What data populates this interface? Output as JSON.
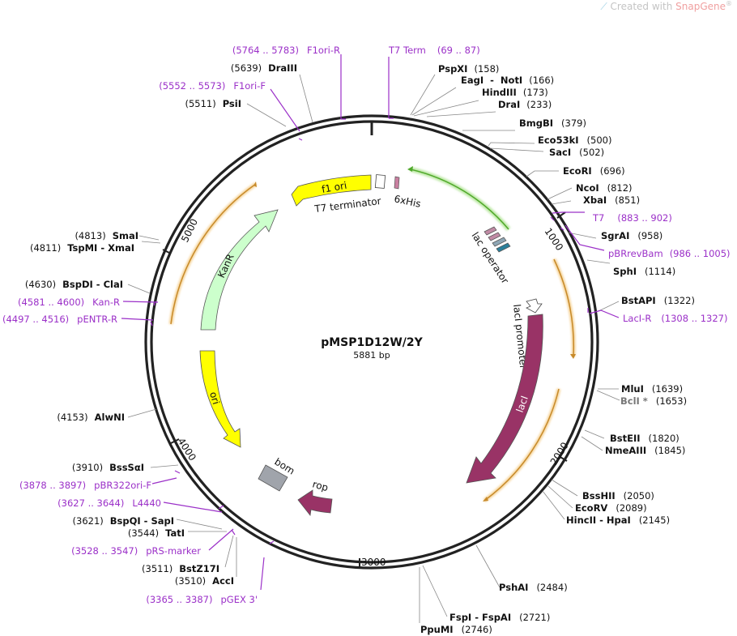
{
  "watermark": {
    "prefix": "Created with ",
    "brand": "SnapGene",
    "mark": "®"
  },
  "plasmid": {
    "name": "pMSP1D12W/2Y",
    "length_label": "5881 bp",
    "length": 5881
  },
  "ticks": [
    "1000",
    "2000",
    "3000",
    "4000",
    "5000"
  ],
  "sites": [
    {
      "name": "PspXI",
      "pos": "(158)"
    },
    {
      "name": "EagI  -  NotI",
      "pos": "(166)"
    },
    {
      "name": "HindIII",
      "pos": "(173)"
    },
    {
      "name": "DraI",
      "pos": "(233)"
    },
    {
      "name": "BmgBI",
      "pos": "(379)"
    },
    {
      "name": "Eco53kI",
      "pos": "(500)"
    },
    {
      "name": "SacI",
      "pos": "(502)"
    },
    {
      "name": "EcoRI",
      "pos": "(696)"
    },
    {
      "name": "NcoI",
      "pos": "(812)"
    },
    {
      "name": "XbaI",
      "pos": "(851)"
    },
    {
      "name": "SgrAI",
      "pos": "(958)"
    },
    {
      "name": "SphI",
      "pos": "(1114)"
    },
    {
      "name": "BstAPI",
      "pos": "(1322)"
    },
    {
      "name": "MluI",
      "pos": "(1639)"
    },
    {
      "name": "BclI *",
      "pos": "(1653)"
    },
    {
      "name": "BstEII",
      "pos": "(1820)"
    },
    {
      "name": "NmeAIII",
      "pos": "(1845)"
    },
    {
      "name": "BssHII",
      "pos": "(2050)"
    },
    {
      "name": "EcoRV",
      "pos": "(2089)"
    },
    {
      "name": "HincII  -  HpaI",
      "pos": "(2145)"
    },
    {
      "name": "PshAI",
      "pos": "(2484)"
    },
    {
      "name": "FspI  -  FspAI",
      "pos": "(2721)"
    },
    {
      "name": "PpuMI",
      "pos": "(2746)"
    },
    {
      "name": "AccI",
      "pos": "(3510)"
    },
    {
      "name": "BstZ17I",
      "pos": "(3511)"
    },
    {
      "name": "TatI",
      "pos": "(3544)"
    },
    {
      "name": "BspQI  -  SapI",
      "pos": "(3621)"
    },
    {
      "name": "BssSαI",
      "pos": "(3910)"
    },
    {
      "name": "AlwNI",
      "pos": "(4153)"
    },
    {
      "name": "BspDI  -  ClaI",
      "pos": "(4630)"
    },
    {
      "name": "TspMI  -  XmaI",
      "pos": "(4811)"
    },
    {
      "name": "SmaI",
      "pos": "(4813)"
    },
    {
      "name": "PsiI",
      "pos": "(5511)"
    },
    {
      "name": "DraIII",
      "pos": "(5639)"
    }
  ],
  "primers": [
    {
      "name": "T7 Term",
      "range": "(69 .. 87)"
    },
    {
      "name": "T7",
      "range": "(883 .. 902)"
    },
    {
      "name": "pBRrevBam",
      "range": "(986 .. 1005)"
    },
    {
      "name": "LacI-R",
      "range": "(1308 .. 1327)"
    },
    {
      "name": "pGEX 3'",
      "range": "(3365 .. 3387)"
    },
    {
      "name": "pRS-marker",
      "range": "(3528 .. 3547)"
    },
    {
      "name": "L4440",
      "range": "(3627 .. 3644)"
    },
    {
      "name": "pBR322ori-F",
      "range": "(3878 .. 3897)"
    },
    {
      "name": "pENTR-R",
      "range": "(4497 .. 4516)"
    },
    {
      "name": "Kan-R",
      "range": "(4581 .. 4600)"
    },
    {
      "name": "F1ori-F",
      "range": "(5552 .. 5573)"
    },
    {
      "name": "F1ori-R",
      "range": "(5764 .. 5783)"
    }
  ],
  "features": [
    {
      "name": "f1 ori",
      "color": "#ffff00"
    },
    {
      "name": "T7 terminator",
      "color": "#ffffff"
    },
    {
      "name": "6xHis",
      "color": "#c97fa0"
    },
    {
      "name": "lac operator",
      "color": "#2b7f9a"
    },
    {
      "name": "lacI promoter",
      "color": "#ffffff"
    },
    {
      "name": "lacI",
      "color": "#993366"
    },
    {
      "name": "rop",
      "color": "#993366"
    },
    {
      "name": "bom",
      "color": "#a0a4ab"
    },
    {
      "name": "ori",
      "color": "#ffff00"
    },
    {
      "name": "KanR",
      "color": "#ccffcc"
    }
  ],
  "colors": {
    "backbone": "#222222",
    "primer": "#9b30c8",
    "orf": "#f3b76b",
    "green_orf": "#66cc33"
  }
}
